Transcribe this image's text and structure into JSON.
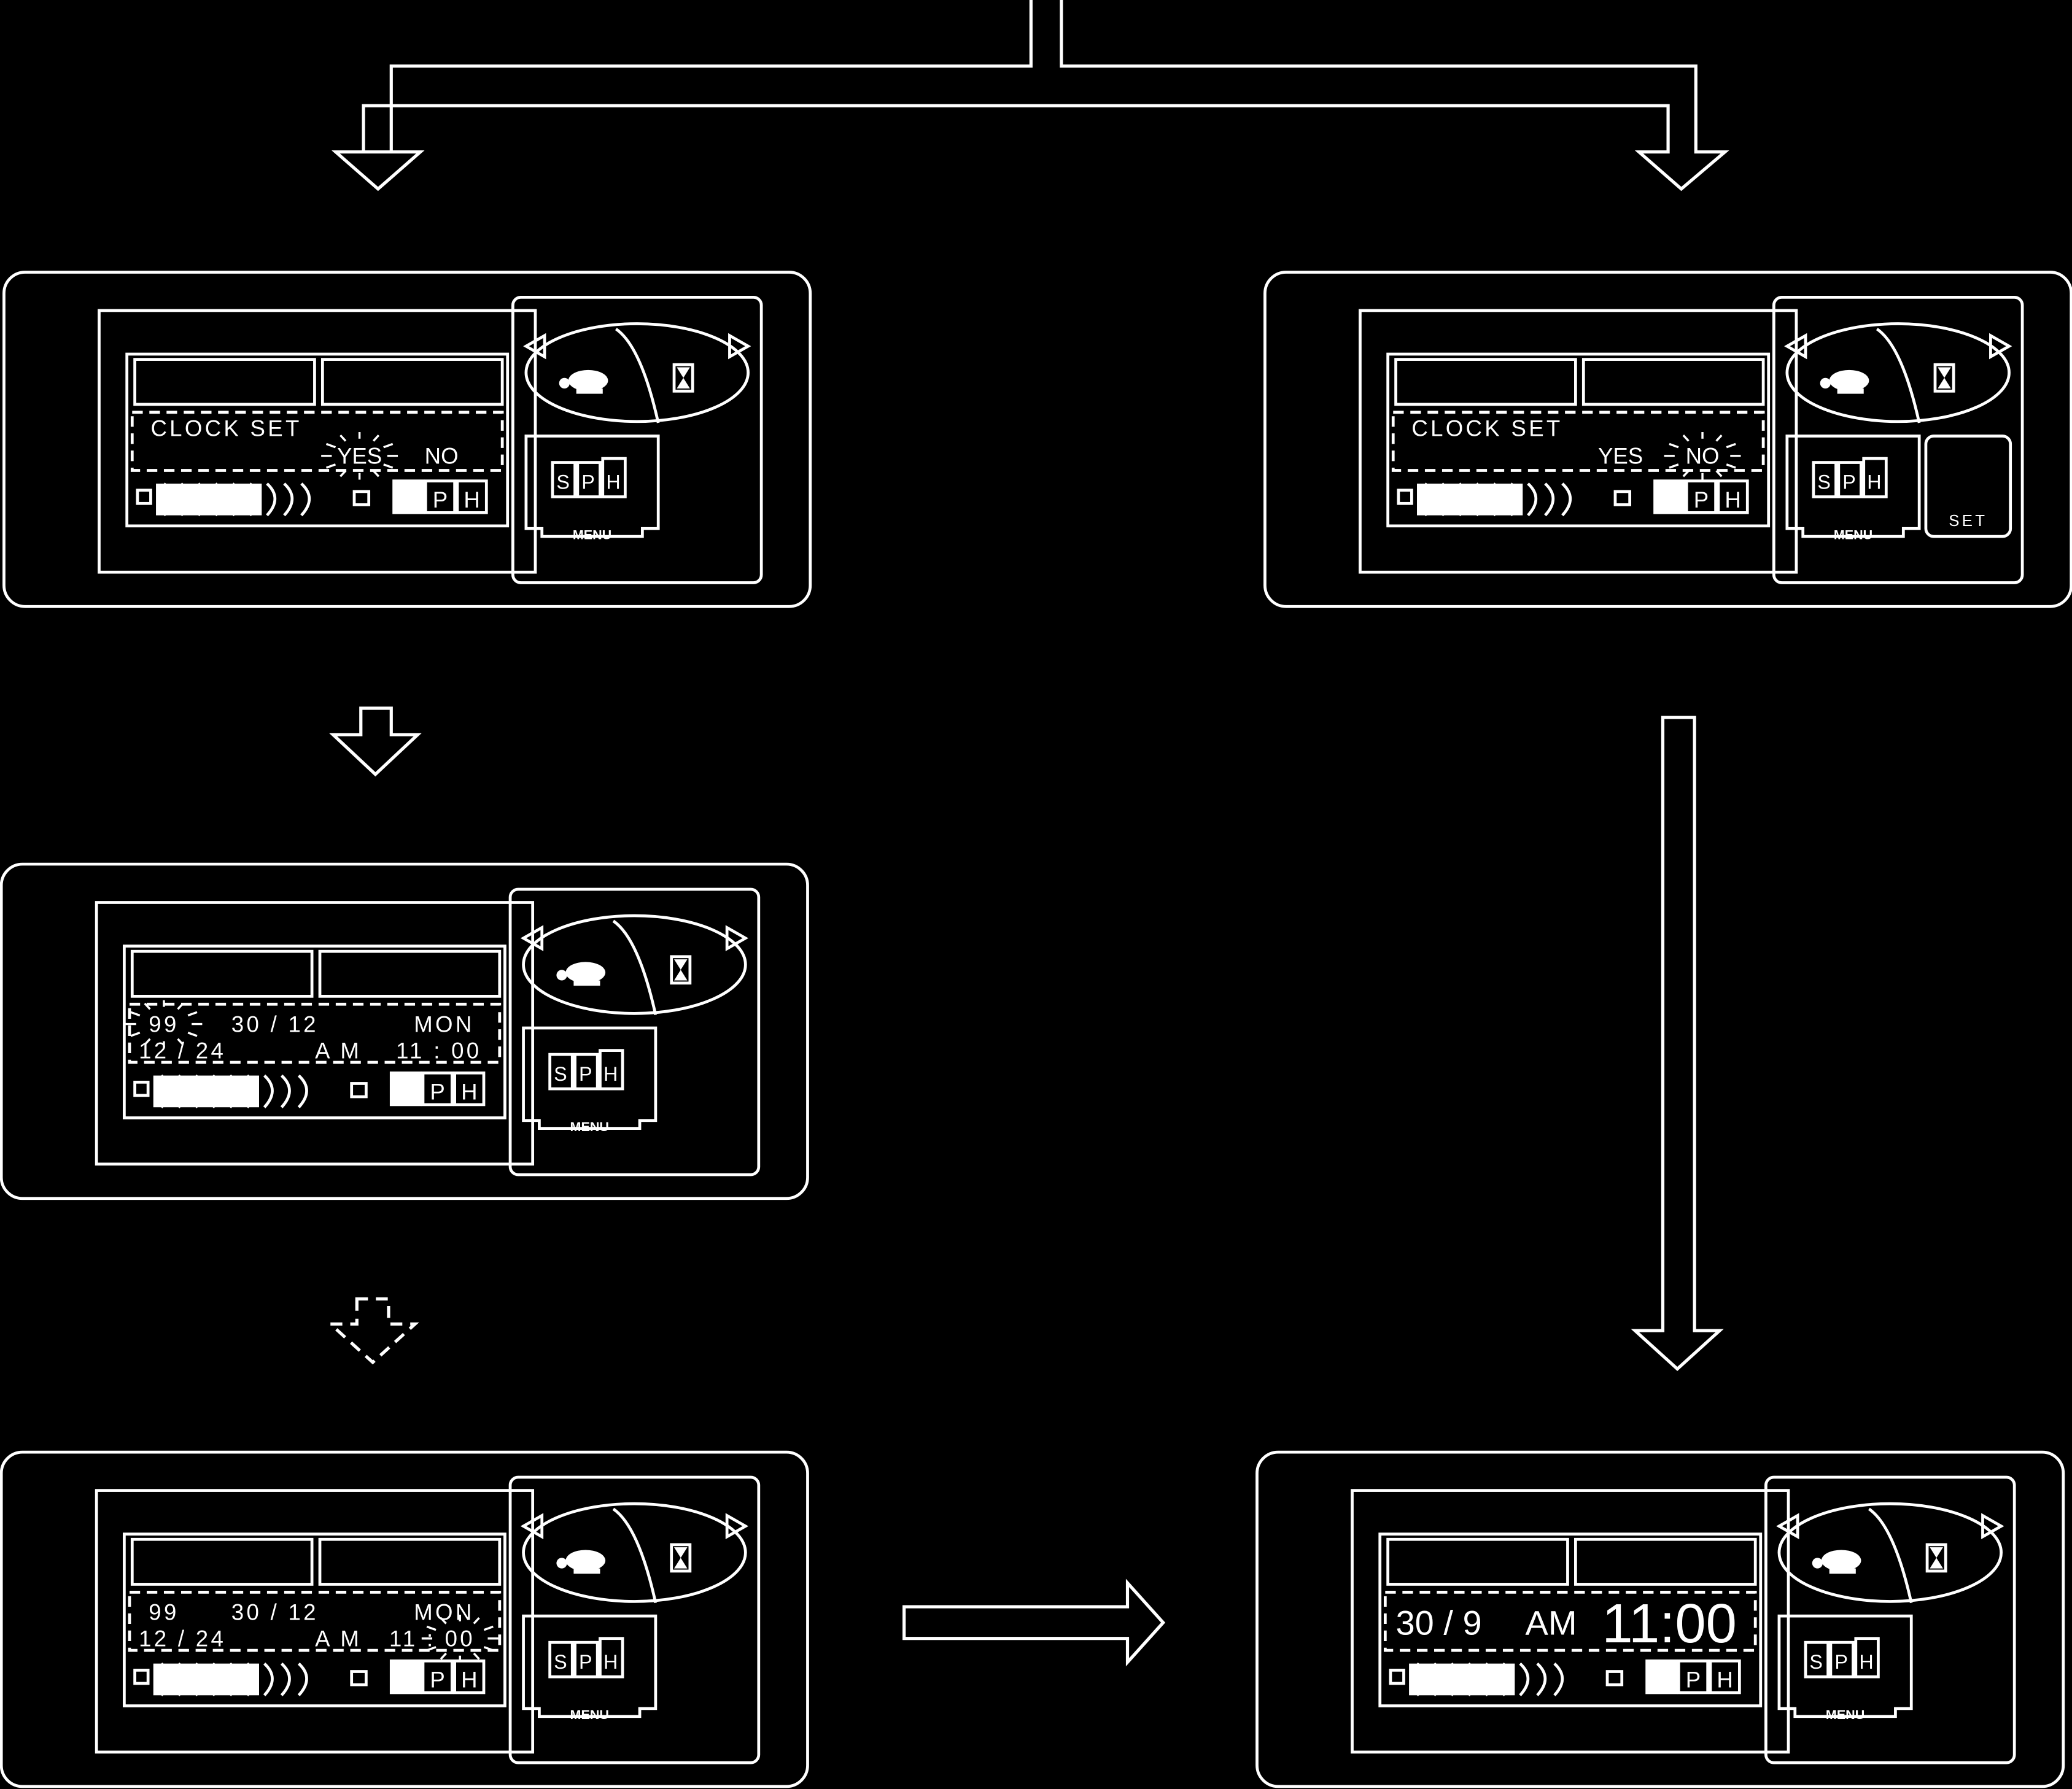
{
  "colors": {
    "background": "#000000",
    "line": "#ffffff"
  },
  "labels": {
    "menu": "MENU",
    "set": "SET"
  },
  "mode_buttons": [
    "S",
    "P",
    "H"
  ],
  "icons": {
    "turtle": "turtle-icon",
    "hourglass": "hourglass-icon",
    "tv_small": "tv-icon",
    "battery_small": "battery-icon"
  },
  "units": [
    {
      "id": "clock-set-yes",
      "rows": [
        {
          "text": "CLOCK  SET",
          "align": "start"
        },
        {
          "pair": [
            "YES",
            "NO"
          ],
          "highlight": 0
        }
      ],
      "has_set_button": false
    },
    {
      "id": "clock-set-no",
      "rows": [
        {
          "text": "CLOCK  SET",
          "align": "start"
        },
        {
          "pair": [
            "YES",
            "NO"
          ],
          "highlight": 1
        }
      ],
      "has_set_button": true
    },
    {
      "id": "date-edit-year",
      "rows": [
        {
          "cells": [
            "99",
            "30 / 12",
            "MON"
          ],
          "highlight": 0
        },
        {
          "cells": [
            "12 / 24",
            "A M",
            "11 : 00"
          ],
          "highlight": -1
        }
      ],
      "has_set_button": false
    },
    {
      "id": "date-edit-minute",
      "rows": [
        {
          "cells": [
            "99",
            "30 / 12",
            "MON"
          ],
          "highlight": -1
        },
        {
          "cells": [
            "12 / 24",
            "A M",
            "11 :",
            "00"
          ],
          "highlight": 3
        }
      ],
      "has_set_button": false
    },
    {
      "id": "clock-result",
      "rows": [
        {
          "big": [
            "30 /  9",
            "AM",
            "11:00"
          ]
        }
      ],
      "has_set_button": false
    }
  ]
}
